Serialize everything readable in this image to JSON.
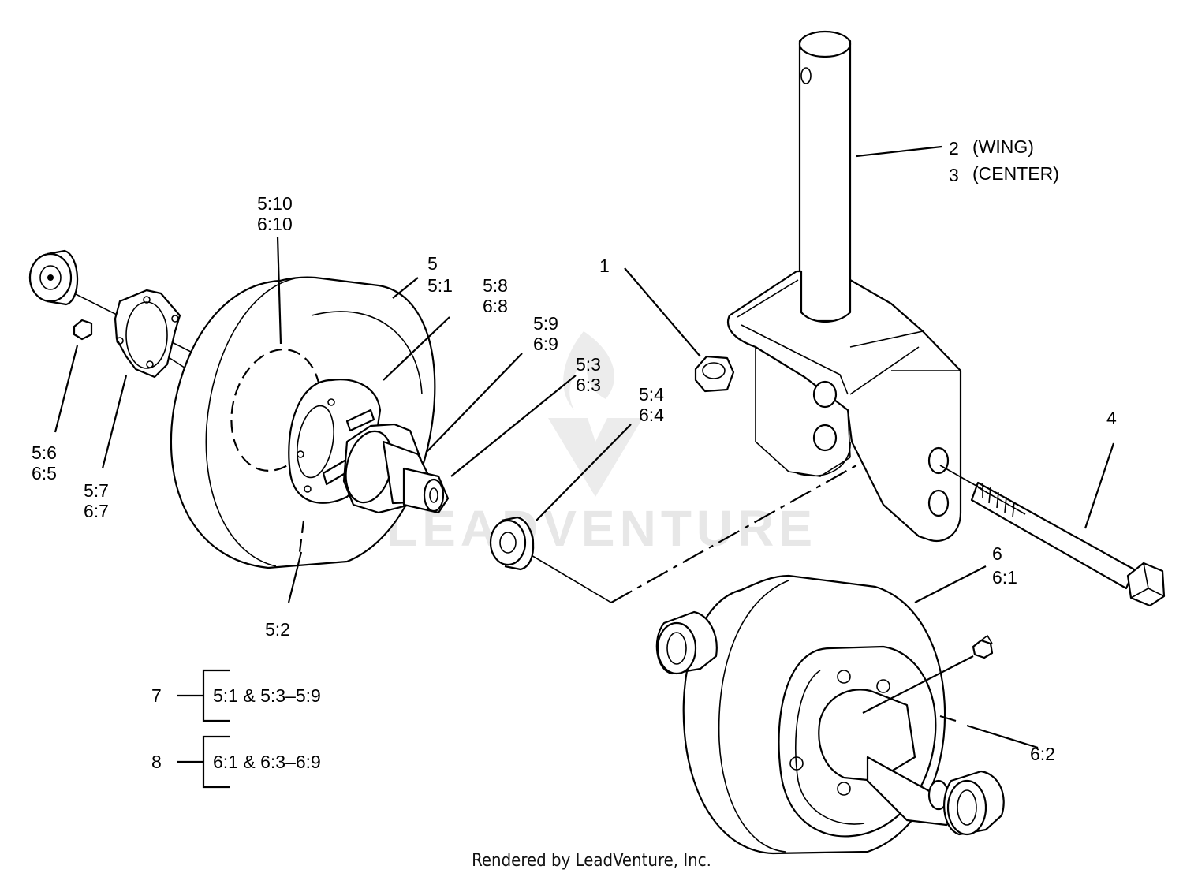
{
  "labels": {
    "l_1": "1",
    "l_2": "2",
    "l_2_txt": "(WING)",
    "l_3": "3",
    "l_3_txt": "(CENTER)",
    "l_4": "4",
    "l_5": "5",
    "l_5_1": "5:1",
    "l_5_10": "5:10",
    "l_6_10": "6:10",
    "l_5_8": "5:8",
    "l_6_8": "6:8",
    "l_5_9": "5:9",
    "l_6_9": "6:9",
    "l_5_3": "5:3",
    "l_6_3": "6:3",
    "l_5_4": "5:4",
    "l_6_4": "6:4",
    "l_5_6": "5:6",
    "l_6_5": "6:5",
    "l_5_7": "5:7",
    "l_6_7": "6:7",
    "l_5_2": "5:2",
    "l_6": "6",
    "l_6_1": "6:1",
    "l_6_2": "6:2"
  },
  "kits": [
    {
      "number": "7",
      "contents": "5:1 & 5:3–5:9"
    },
    {
      "number": "8",
      "contents": "6:1 & 6:3–6:9"
    }
  ],
  "watermark": "LEADVENTURE",
  "credit": "Rendered by LeadVenture, Inc."
}
